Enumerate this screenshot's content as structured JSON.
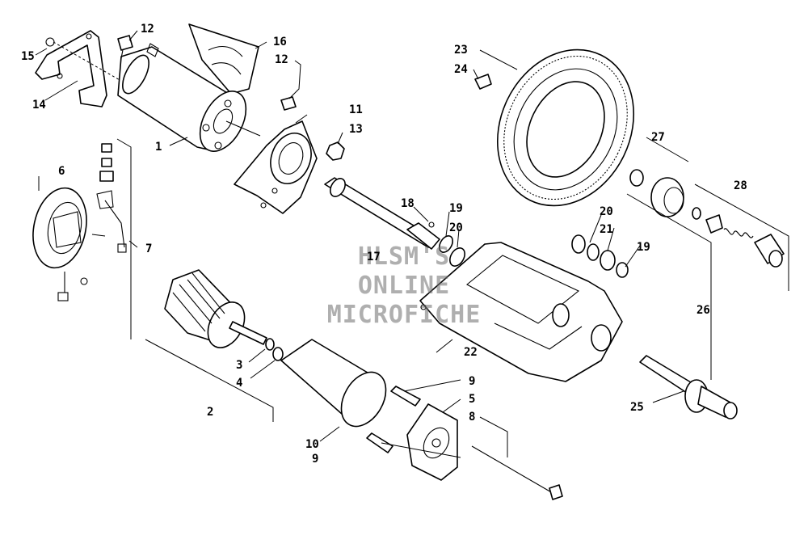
{
  "watermark": [
    "HLSM'S",
    "ONLINE",
    "MICROFICHE"
  ],
  "callouts": [
    "1",
    "2",
    "3",
    "4",
    "5",
    "6",
    "7",
    "8",
    "9",
    "9",
    "10",
    "11",
    "12",
    "12",
    "13",
    "14",
    "15",
    "16",
    "17",
    "18",
    "19",
    "19",
    "20",
    "20",
    "21",
    "22",
    "23",
    "24",
    "25",
    "26",
    "27",
    "28"
  ]
}
